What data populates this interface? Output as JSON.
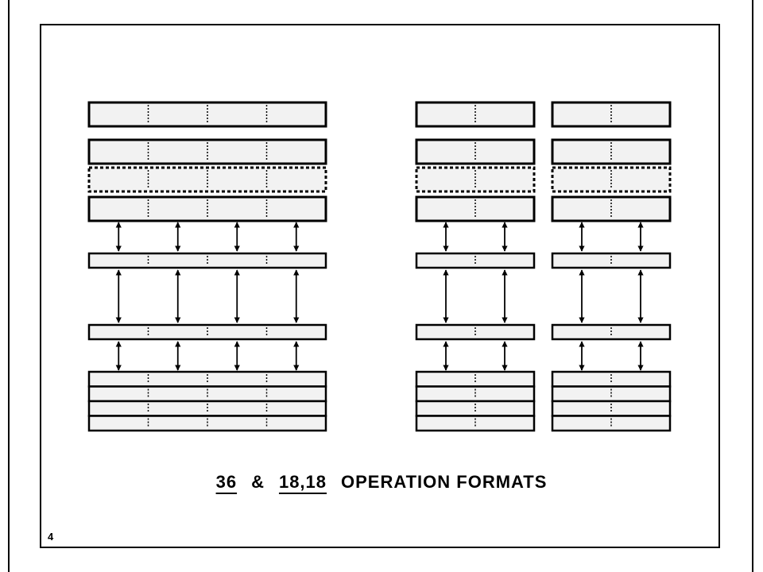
{
  "title": {
    "part_36": "36",
    "amp": "&",
    "part_18_18": "18,18",
    "rest": "OPERATION FORMATS"
  },
  "page_number": "4",
  "colors": {
    "box_fill": "#f2f2f2",
    "stroke": "#000000",
    "background": "#ffffff"
  },
  "diagram": {
    "groups": [
      {
        "id": "format-36",
        "columns": 4
      },
      {
        "id": "format-18-left",
        "columns": 2
      },
      {
        "id": "format-18-right",
        "columns": 2
      }
    ],
    "upper_registers": 4,
    "dashed_register_index": 2,
    "bottom_stack_rows": 4
  }
}
